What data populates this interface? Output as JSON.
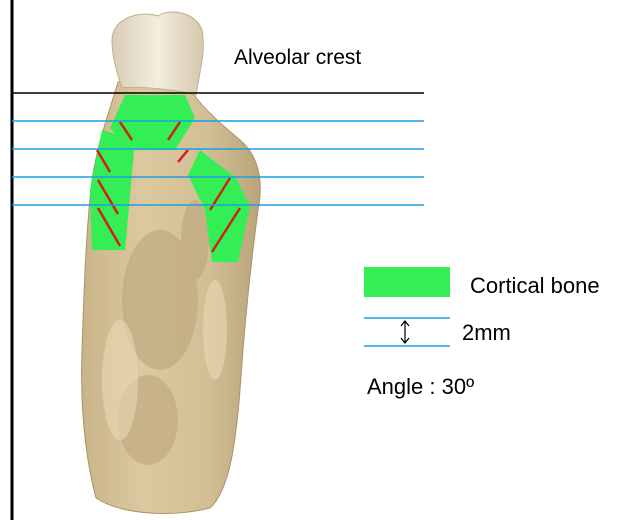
{
  "title_label": "Alveolar crest",
  "legend": {
    "cortical_label": "Cortical bone",
    "spacing_label": "2mm",
    "angle_label": "Angle : 30º"
  },
  "colors": {
    "cortical": "#33ee55",
    "measurement_line": "#1aa0e0",
    "crest_line": "#000000",
    "angle_marks": "#d0201a",
    "bone": "#d9c59a",
    "bone_shadow": "#b8a37a",
    "tooth": "#ece3cf"
  }
}
